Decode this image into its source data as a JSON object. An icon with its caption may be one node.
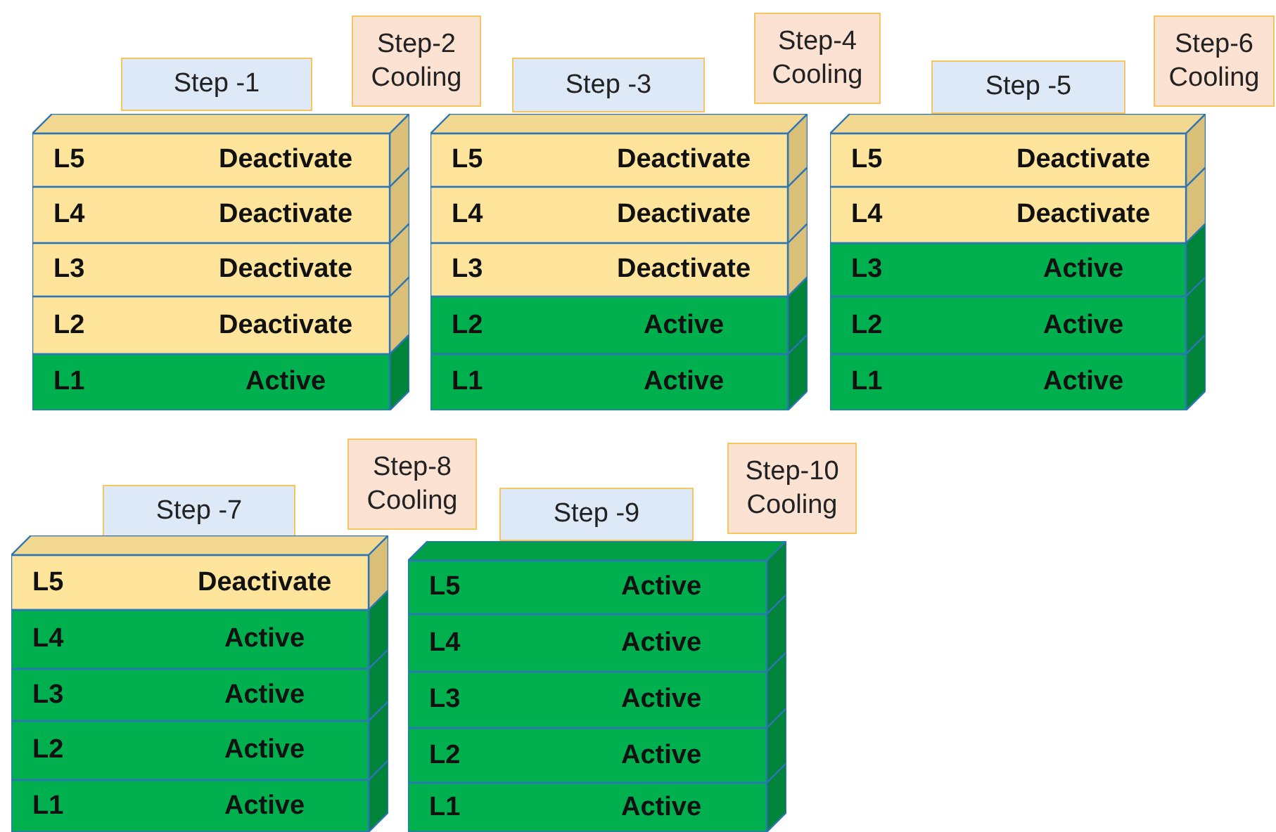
{
  "diagram": {
    "nodes": [
      {
        "text": [
          "Step -1"
        ]
      },
      {
        "text": [
          "Step-2 Cooling"
        ]
      },
      {
        "text": [
          "L5",
          "Deactivate"
        ]
      },
      {
        "text": [
          "L4",
          "Deactivate"
        ]
      },
      {
        "text": [
          "L3",
          "Deactivate"
        ]
      },
      {
        "text": [
          "L2",
          "Deactivate"
        ]
      },
      {
        "text": [
          "L1",
          "Active"
        ]
      },
      {
        "text": [
          "Step -3"
        ]
      },
      {
        "text": [
          "Step-4 Cooling"
        ]
      },
      {
        "text": [
          "L5",
          "Deactivate"
        ]
      },
      {
        "text": [
          "L4",
          "Deactivate"
        ]
      },
      {
        "text": [
          "L3",
          "Deactivate"
        ]
      },
      {
        "text": [
          "L2",
          "Active"
        ]
      },
      {
        "text": [
          "L1",
          "Active"
        ]
      },
      {
        "text": [
          "Step -5"
        ]
      },
      {
        "text": [
          "Step-6 Cooling"
        ]
      },
      {
        "text": [
          "L5",
          "Deactivate"
        ]
      },
      {
        "text": [
          "L4",
          "Deactivate"
        ]
      },
      {
        "text": [
          "L3",
          "Active"
        ]
      },
      {
        "text": [
          "L2",
          "Active"
        ]
      },
      {
        "text": [
          "L1",
          "Active"
        ]
      },
      {
        "text": [
          "Step -7"
        ]
      },
      {
        "text": [
          "Step-8 Cooling"
        ]
      },
      {
        "text": [
          "L5",
          "Deactivate"
        ]
      },
      {
        "text": [
          "L4",
          "Active"
        ]
      },
      {
        "text": [
          "L3",
          "Active"
        ]
      },
      {
        "text": [
          "L2",
          "Active"
        ]
      },
      {
        "text": [
          "L1",
          "Active"
        ]
      },
      {
        "text": [
          "Step -9"
        ]
      },
      {
        "text": [
          "Step-10 Cooling"
        ]
      },
      {
        "text": [
          "L5",
          "Active"
        ]
      },
      {
        "text": [
          "L4",
          "Active"
        ]
      },
      {
        "text": [
          "L3",
          "Active"
        ]
      },
      {
        "text": [
          "L2",
          "Active"
        ]
      },
      {
        "text": [
          "L1",
          "Active"
        ]
      }
    ]
  }
}
